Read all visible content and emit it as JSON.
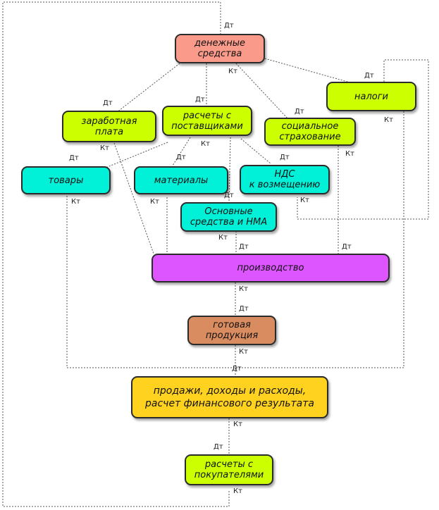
{
  "nodes": {
    "money": "денежные\nсредства",
    "salary": "заработная\nплата",
    "suppliers": "расчеты с\nпоставщиками",
    "social": "социальное\nстрахование",
    "taxes": "налоги",
    "goods": "товары",
    "materials": "материалы",
    "vat": "НДС\nк возмещению",
    "fixed_assets": "Основные\nсредства и НМА",
    "production": "производство",
    "finished": "готовая\nпродукция",
    "sales": "продажи, доходы и расходы,\nрасчет финансового результата",
    "customers": "расчеты с\nпокупателями"
  },
  "labels": {
    "debit": "Дт",
    "credit": "Кт"
  },
  "colors": {
    "lime": "#ccff00",
    "cyan": "#00f0d8",
    "salmon": "#fa9a8a",
    "magenta": "#dd55ff",
    "brown": "#d98c5f",
    "yellow": "#ffd21f",
    "wire": "#555555"
  }
}
